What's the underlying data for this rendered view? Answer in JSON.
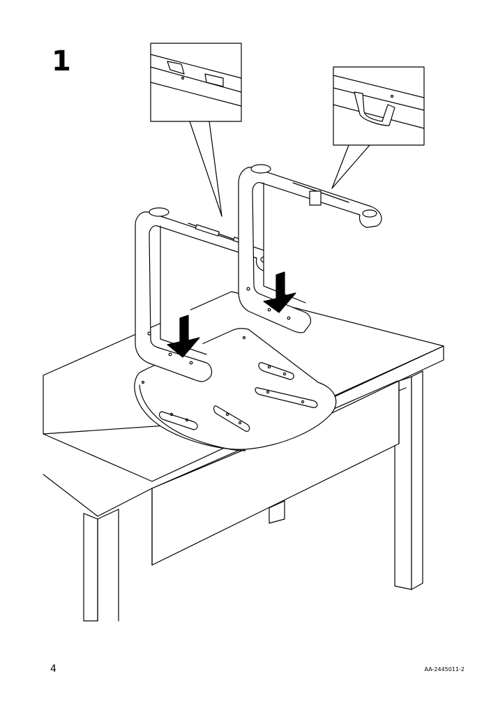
{
  "step": {
    "number": "1"
  },
  "footer": {
    "page_number": "4",
    "document_code": "AA-2445011-2"
  },
  "icons": {
    "arrow": "down-arrow-icon",
    "detail": "magnifier-callout"
  }
}
